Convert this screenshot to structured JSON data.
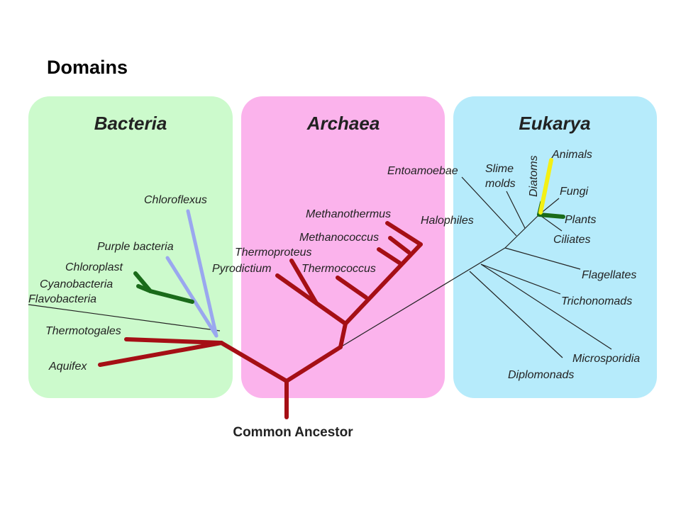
{
  "title": "Domains",
  "domains": {
    "bacteria": "Bacteria",
    "archaea": "Archaea",
    "eukarya": "Eukarya"
  },
  "root": "Common Ancestor",
  "bacteria_leaves": {
    "chloroflexus": "Chloroflexus",
    "purple": "Purple bacteria",
    "chloroplast": "Chloroplast",
    "cyanobacteria": "Cyanobacteria",
    "flavobacteria": "Flavobacteria",
    "thermotogales": "Thermotogales",
    "aquifex": "Aquifex"
  },
  "archaea_leaves": {
    "methanothermus": "Methanothermus",
    "halophiles": "Halophiles",
    "methanococcus": "Methanococcus",
    "thermoproteus": "Thermoproteus",
    "pyrodictium": "Pyrodictium",
    "thermococcus": "Thermococcus"
  },
  "eukarya_leaves": {
    "entoamoebae": "Entoamoebae",
    "slime_line1": "Slime",
    "slime_line2": "molds",
    "diatoms": "Diatoms",
    "animals": "Animals",
    "fungi": "Fungi",
    "plants": "Plants",
    "ciliates": "Ciliates",
    "flagellates": "Flagellates",
    "trichonomads": "Trichonomads",
    "microsporidia": "Microsporidia",
    "diplomonads": "Diplomonads"
  },
  "colors": {
    "bacteria_bg": "#ccfacc",
    "archaea_bg": "#fbb3ec",
    "eukarya_bg": "#b6ebfb",
    "main_branch": "#a50f15",
    "chloroflexus_branch": "#9aa7ef",
    "plastid_branch": "#1a6b1a",
    "animal_branch": "#f4f014"
  }
}
